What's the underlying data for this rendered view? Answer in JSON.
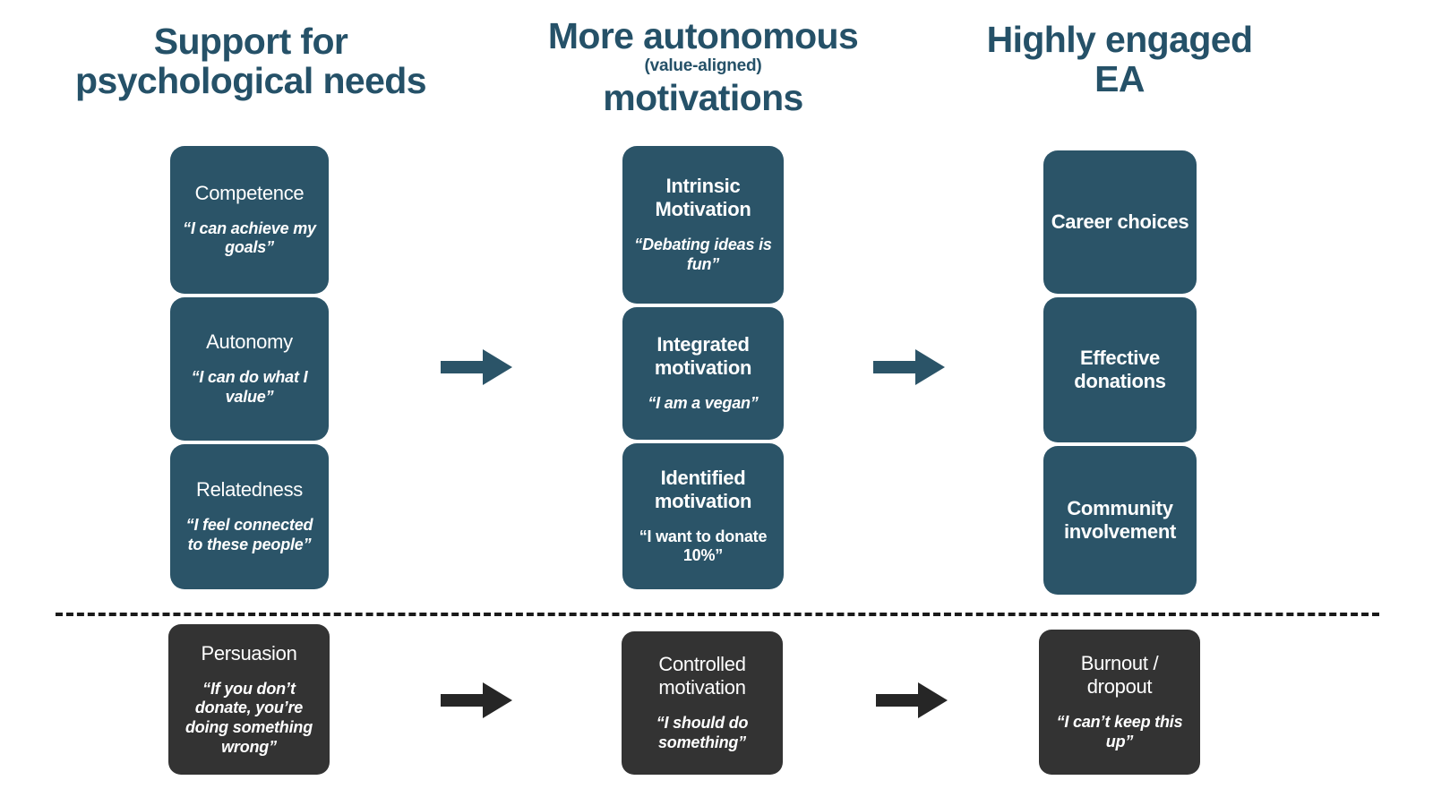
{
  "page": {
    "background": "#ffffff",
    "accent_teal": "#2b5468",
    "heading_color": "#255168",
    "dark_box_color": "#333333",
    "arrow_teal": "#2b5468",
    "arrow_dark": "#262626"
  },
  "headings": {
    "left": {
      "line1": "Support for",
      "line2": "psychological needs"
    },
    "middle": {
      "line1": "More autonomous",
      "line2": "(value-aligned)",
      "line3": "motivations"
    },
    "right": {
      "line1": "Highly engaged",
      "line2": "EA"
    }
  },
  "columns": {
    "left": {
      "boxes": [
        {
          "title": "Competence",
          "quote": "“I can achieve my goals”"
        },
        {
          "title": "Autonomy",
          "quote": "“I can do what I value”"
        },
        {
          "title": "Relatedness",
          "quote": "“I feel connected to these people”"
        }
      ]
    },
    "middle": {
      "boxes": [
        {
          "title": "Intrinsic Motivation",
          "quote": "“Debating ideas is fun”"
        },
        {
          "title": "Integrated motivation",
          "quote": "“I am a vegan”"
        },
        {
          "title": "Identified motivation",
          "quote": "“I want to donate 10%”"
        }
      ]
    },
    "right": {
      "boxes": [
        {
          "title": "Career choices",
          "quote": ""
        },
        {
          "title": "Effective donations",
          "quote": ""
        },
        {
          "title": "Community involvement",
          "quote": ""
        }
      ]
    }
  },
  "bottom_row": {
    "boxes": [
      {
        "title": "Persuasion",
        "quote": "“If you don’t donate, you’re doing something wrong”"
      },
      {
        "title": "Controlled motivation",
        "quote": "“I should do something”"
      },
      {
        "title": "Burnout / dropout",
        "quote": "“I can’t keep this up”"
      }
    ]
  },
  "arrows": [
    {
      "name": "arrow-top-left-to-middle",
      "color": "#2b5468"
    },
    {
      "name": "arrow-top-middle-to-right",
      "color": "#2b5468"
    },
    {
      "name": "arrow-bottom-left-to-middle",
      "color": "#262626"
    },
    {
      "name": "arrow-bottom-middle-to-right",
      "color": "#262626"
    }
  ],
  "separator": {
    "style": "dashed",
    "color": "#1a1a1a"
  }
}
